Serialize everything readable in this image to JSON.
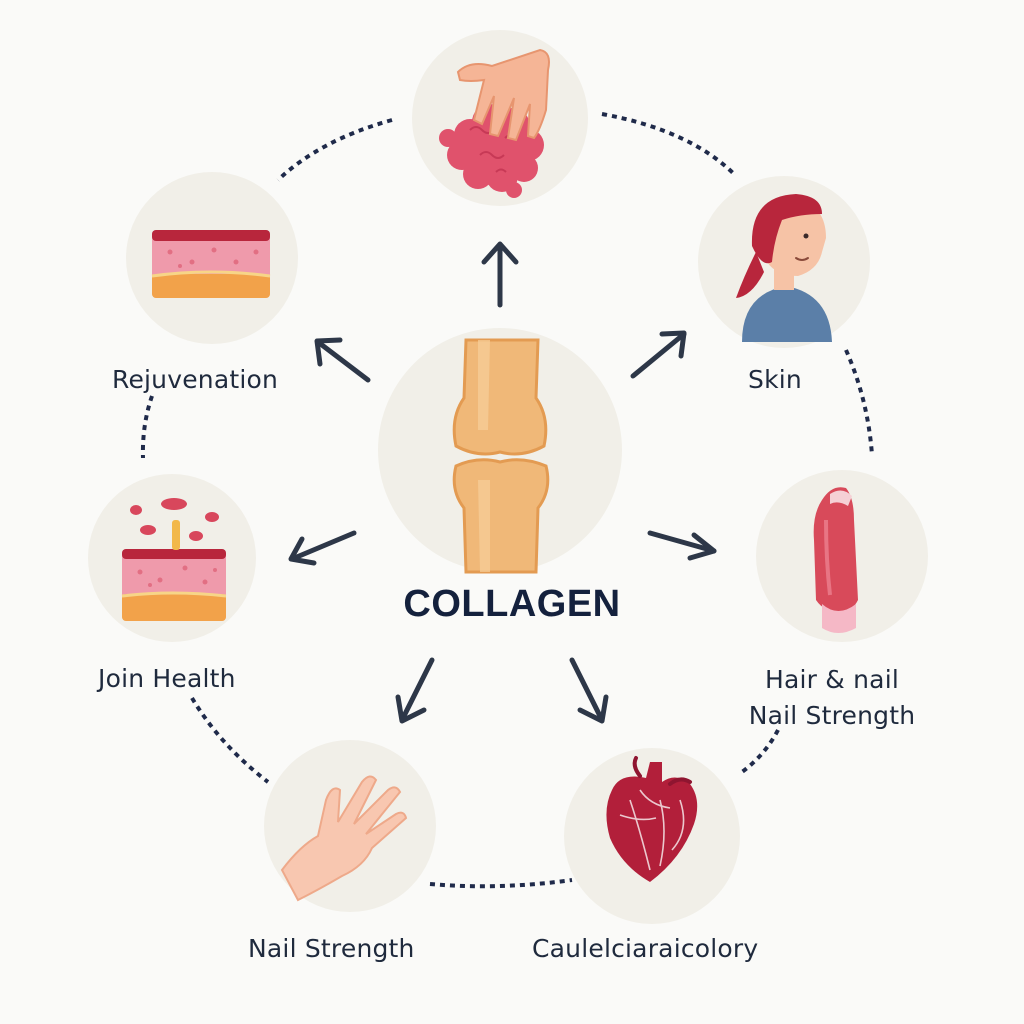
{
  "center": {
    "title": "COLLAGEN",
    "icon": "bone-joint-icon"
  },
  "nodes": [
    {
      "id": "top",
      "label": "",
      "icon": "hand-on-tissue-icon"
    },
    {
      "id": "skin",
      "label": "Skin",
      "icon": "woman-profile-icon"
    },
    {
      "id": "hair-nail",
      "label": "Hair & nail",
      "label2": "Nail Strength",
      "icon": "hair-strand-icon"
    },
    {
      "id": "cardio",
      "label": "Caulelciaraicolory",
      "icon": "heart-icon"
    },
    {
      "id": "nail",
      "label": "Nail Strength",
      "icon": "hand-icon"
    },
    {
      "id": "joint",
      "label": "Join Health",
      "icon": "skin-layer-particles-icon"
    },
    {
      "id": "rejuvenation",
      "label": "Rejuvenation",
      "icon": "skin-layer-icon"
    }
  ],
  "colors": {
    "circle_fill": "#f1efe8",
    "arrow": "#2d3748",
    "ring_dash": "#1f2a4a",
    "text": "#1f2a3d",
    "bone": "#f0b878",
    "skin_pink": "#ec9aa6",
    "tissue_red": "#c9344a"
  }
}
